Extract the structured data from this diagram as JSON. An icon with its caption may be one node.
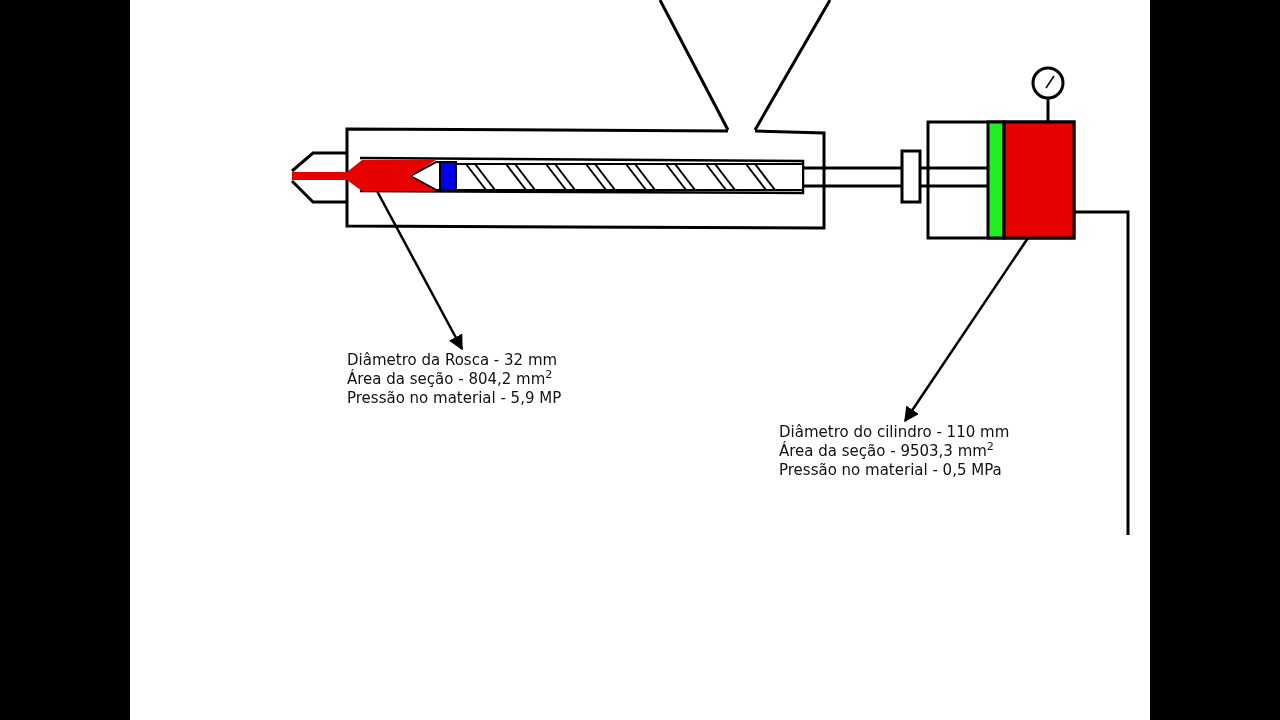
{
  "diagram": {
    "nodes": [
      {
        "text": [],
        "shape": "box"
      },
      {
        "text": [
          "Diâmetro da Rosca - 32 mm",
          "Área da seção - 804,2 mm$^{2}$",
          "Pressão no material - 5,9 MP"
        ]
      },
      {
        "text": [],
        "shape": "box"
      },
      {
        "text": [
          "Diâmetro do cilindro - 110 mm",
          "Área da seção - 9503,3 mm$^{2}$",
          "Pressão no material - 0,5 MPa"
        ]
      }
    ],
    "edges": [
      {
        "from": 0,
        "to": 1,
        "arrow": "to"
      },
      {
        "from": 2,
        "to": 3,
        "arrow": "to"
      }
    ]
  }
}
